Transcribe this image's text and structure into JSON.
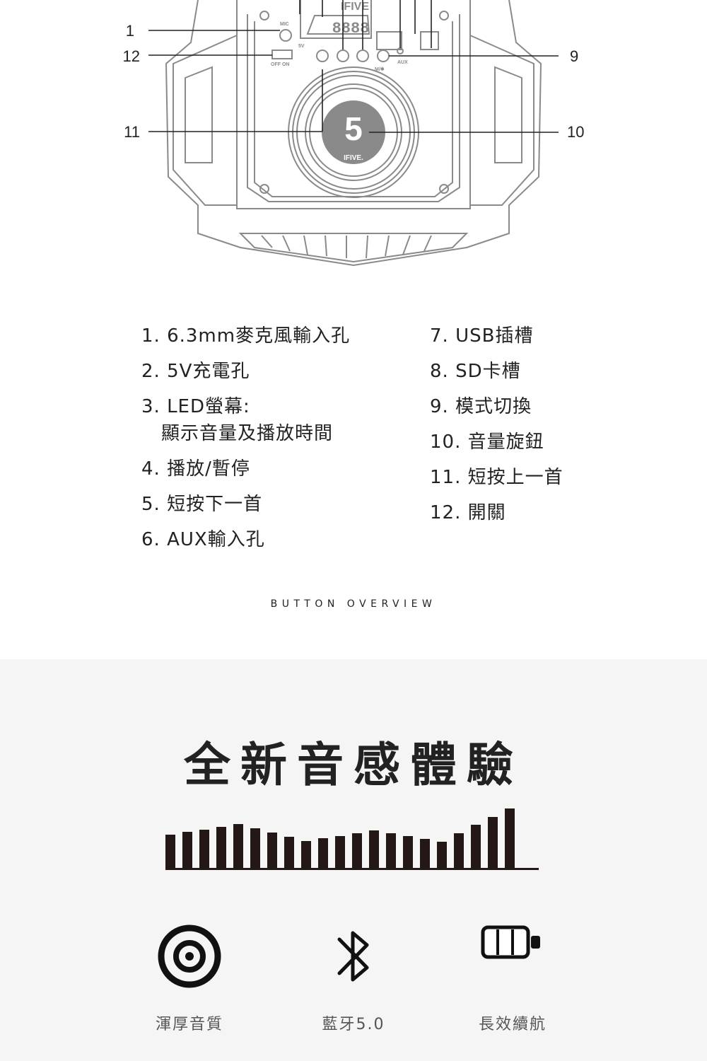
{
  "diagram": {
    "brand": "IFIVE",
    "display": "8888",
    "mic_label": "MIC",
    "power_label": "OFF ON",
    "charge_label": "5V",
    "aux_label": "AUX",
    "mode_label": "M/✱",
    "logo_digit": "5",
    "logo_text": "IFIVE.",
    "callouts_left": [
      "1",
      "12",
      "11"
    ],
    "callouts_right": [
      "9",
      "10"
    ]
  },
  "features_list": {
    "left": [
      {
        "text": "1. 6.3mm麥克風輸入孔"
      },
      {
        "text": "2. 5V充電孔"
      },
      {
        "text": "3. LED螢幕:",
        "cont": "顯示音量及播放時間"
      },
      {
        "text": "4. 播放/暫停"
      },
      {
        "text": "5. 短按下一首"
      },
      {
        "text": "6. AUX輸入孔"
      }
    ],
    "right": [
      {
        "text": "7. USB插槽"
      },
      {
        "text": "8. SD卡槽"
      },
      {
        "text": "9. 模式切換"
      },
      {
        "text": "10. 音量旋鈕"
      },
      {
        "text": "11. 短按上一首"
      },
      {
        "text": "12. 開關"
      }
    ]
  },
  "section_caption": "BUTTON OVERVIEW",
  "headline": "全新音感體驗",
  "equalizer": {
    "color": "#231815",
    "levels": [
      47,
      51,
      54,
      58,
      62,
      56,
      50,
      44,
      38,
      42,
      45,
      49,
      53,
      49,
      45,
      41,
      37,
      49,
      61,
      72,
      84
    ]
  },
  "features": [
    {
      "icon": "speaker-icon",
      "label": "渾厚音質"
    },
    {
      "icon": "bluetooth-icon",
      "label": "藍牙5.0"
    },
    {
      "icon": "battery-icon",
      "label": "長效續航"
    }
  ],
  "colors": {
    "background_bottom": "#f5f5f5",
    "text": "#222222",
    "line_art": "#8a8a8a"
  }
}
